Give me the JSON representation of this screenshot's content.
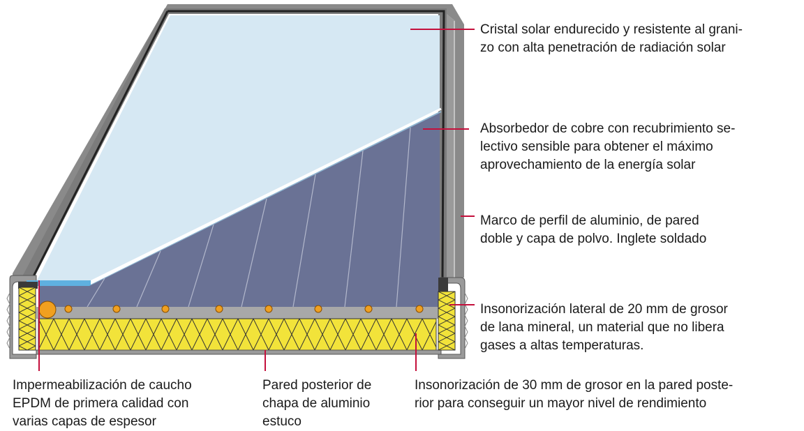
{
  "colors": {
    "frame": "#8a8a8a",
    "frame_dark": "#555555",
    "glass": "#d6e8f3",
    "absorber": "#6a7295",
    "insulation": "#f2e33a",
    "pipe": "#f0a020",
    "leader": "#c4103c"
  },
  "labels": {
    "glass": [
      "Cristal solar endurecido y resistente al grani-",
      "zo con alta penetración de radiación solar"
    ],
    "absorber": [
      "Absorbedor de cobre con recubrimiento se-",
      "lectivo sensible para obtener el máximo",
      "aprovechamiento de la energía solar"
    ],
    "frame": [
      "Marco de perfil de aluminio, de pared",
      "doble y capa de polvo. Inglete soldado"
    ],
    "side_insulation": [
      "Insonorización lateral de 20 mm de grosor",
      "de lana mineral, un material que no libera",
      "gases a altas temperaturas."
    ],
    "seal": [
      "Impermeabilización de caucho",
      "EPDM de primera calidad con",
      "varias capas de espesor"
    ],
    "back_wall": [
      "Pared posterior de",
      "chapa de aluminio",
      "estuco"
    ],
    "back_insulation": [
      "Insonorización de 30 mm de grosor en la pared poste-",
      "rior para conseguir un mayor nivel de rendimiento"
    ]
  }
}
